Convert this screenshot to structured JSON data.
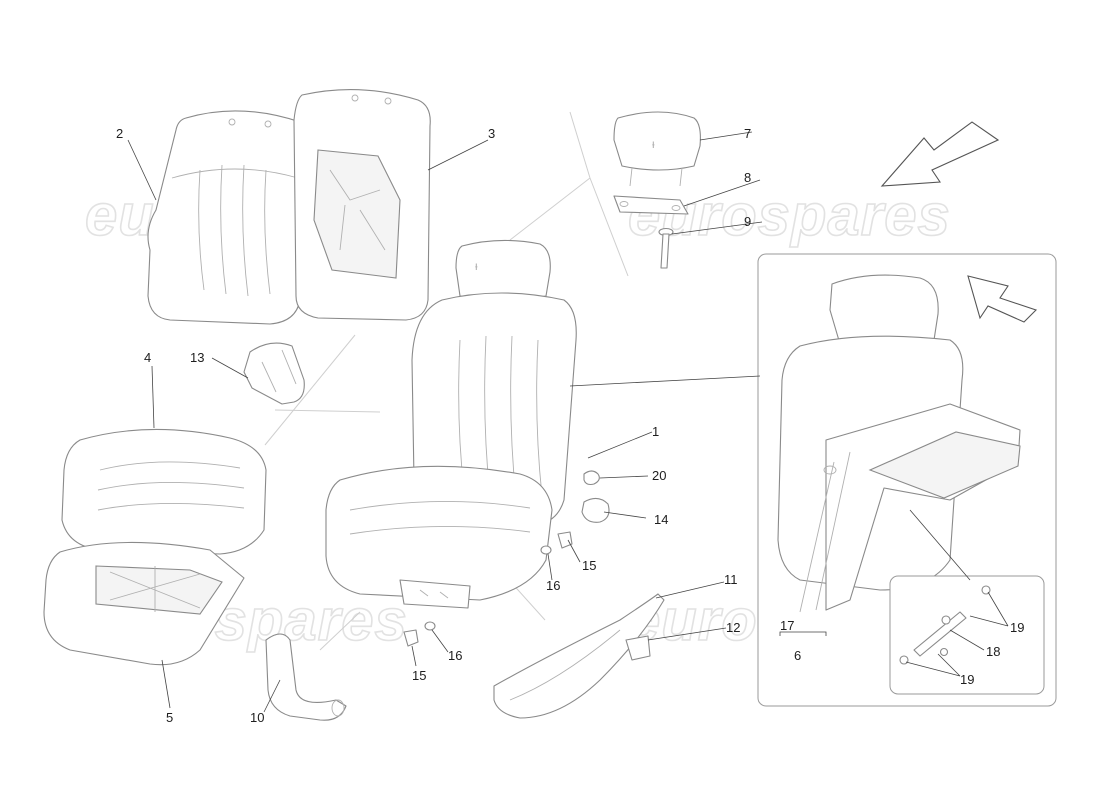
{
  "watermark": "eurospares",
  "callouts": [
    {
      "id": "1",
      "label": "1"
    },
    {
      "id": "2",
      "label": "2"
    },
    {
      "id": "3",
      "label": "3"
    },
    {
      "id": "4",
      "label": "4"
    },
    {
      "id": "5",
      "label": "5"
    },
    {
      "id": "6",
      "label": "6"
    },
    {
      "id": "7",
      "label": "7"
    },
    {
      "id": "8",
      "label": "8"
    },
    {
      "id": "9",
      "label": "9"
    },
    {
      "id": "10",
      "label": "10"
    },
    {
      "id": "11",
      "label": "11"
    },
    {
      "id": "12",
      "label": "12"
    },
    {
      "id": "13",
      "label": "13"
    },
    {
      "id": "14",
      "label": "14"
    },
    {
      "id": "15a",
      "label": "15"
    },
    {
      "id": "15b",
      "label": "15"
    },
    {
      "id": "16a",
      "label": "16"
    },
    {
      "id": "16b",
      "label": "16"
    },
    {
      "id": "17",
      "label": "17"
    },
    {
      "id": "18",
      "label": "18"
    },
    {
      "id": "19a",
      "label": "19"
    },
    {
      "id": "19b",
      "label": "19"
    },
    {
      "id": "20",
      "label": "20"
    }
  ]
}
